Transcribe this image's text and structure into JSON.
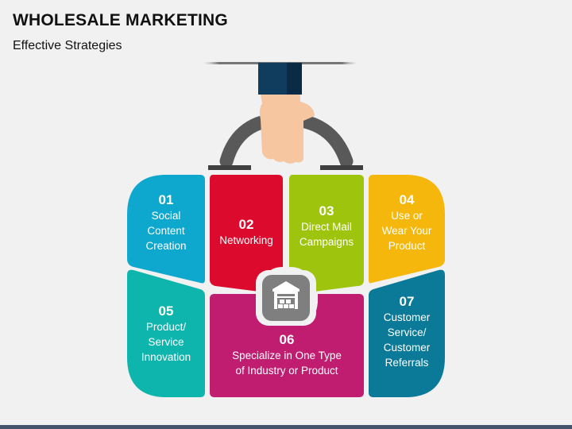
{
  "header": {
    "title": "WHOLESALE MARKETING",
    "subtitle": "Effective Strategies"
  },
  "icons": {
    "center": "warehouse-icon",
    "top": "hand-holding-handle-icon"
  },
  "colors": {
    "tile_01": "#0ea8ce",
    "tile_02": "#dc0a2c",
    "tile_03": "#9fc40e",
    "tile_04": "#f5b70b",
    "tile_05": "#0db5ac",
    "tile_06": "#c01c70",
    "tile_07": "#0a7a98",
    "center_badge": "#7f7f7f",
    "handle": "#595959",
    "sleeve": "#103c5e",
    "hand": "#f5c6a0",
    "footer_bar": "#44546a"
  },
  "strategies": [
    {
      "number": "01",
      "label_lines": [
        "Social",
        "Content",
        "Creation"
      ]
    },
    {
      "number": "02",
      "label_lines": [
        "Networking"
      ]
    },
    {
      "number": "03",
      "label_lines": [
        "Direct Mail",
        "Campaigns"
      ]
    },
    {
      "number": "04",
      "label_lines": [
        "Use or",
        "Wear Your",
        "Product"
      ]
    },
    {
      "number": "05",
      "label_lines": [
        "Product/",
        "Service",
        "Innovation"
      ]
    },
    {
      "number": "06",
      "label_lines": [
        "Specialize in One Type",
        "of Industry or Product"
      ]
    },
    {
      "number": "07",
      "label_lines": [
        "Customer",
        "Service/",
        "Customer",
        "Referrals"
      ]
    }
  ]
}
